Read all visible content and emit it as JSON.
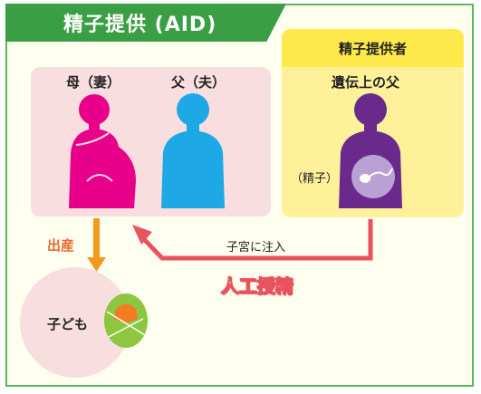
{
  "title": "精子提供 (AID)",
  "donor_header": "精子提供者",
  "mother_label": "母（妻）",
  "father_label": "父（夫）",
  "bio_father_label": "遺伝上の父",
  "sperm_label": "（精子）",
  "injection_label": "子宮に注入",
  "birth_label": "出産",
  "ai_label": "人工授精",
  "child_label": "子ども",
  "colors": {
    "frame_green": "#3a9e45",
    "mother": "#e8008a",
    "father": "#1ea9e6",
    "donor": "#6a2a8c",
    "arrow_pink": "#e8535f",
    "birth_orange": "#f29a1c"
  }
}
